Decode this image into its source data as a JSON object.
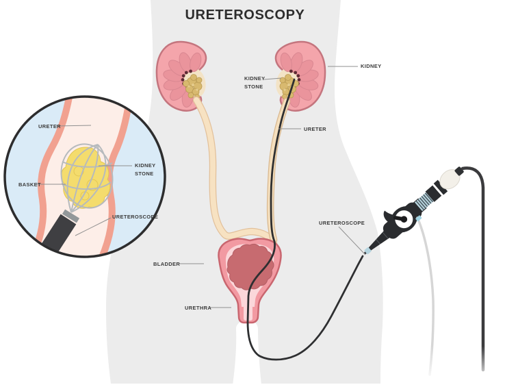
{
  "title": "URETEROSCOPY",
  "diagram": {
    "labels": {
      "kidney": "KIDNEY",
      "kidney_stone": "KIDNEY STONE",
      "ureter": "URETER",
      "bladder": "BLADDER",
      "urethra": "URETHRA",
      "ureteroscope": "URETEROSCOPE"
    }
  },
  "inset": {
    "labels": {
      "ureter": "URETER",
      "kidney_stone": "KIDNEY STONE",
      "basket": "BASKET",
      "ureteroscope": "URETEROSCOPE"
    }
  },
  "colors": {
    "body_silhouette": "#ececec",
    "kidney_cortex": "#f4a5ab",
    "kidney_outline": "#c4757e",
    "kidney_pyramid": "#ea949c",
    "kidney_stone_tan": "#d8b96f",
    "ureter_tube": "#f7e2c2",
    "bladder_wall": "#f29aa2",
    "bladder_interior": "#c76b70",
    "inset_background": "#daebf7",
    "inset_stone_yellow": "#f4dc6d",
    "basket_wire": "#b6babd",
    "scope_black": "#2a2c2f",
    "label_text": "#3a3a3a"
  }
}
